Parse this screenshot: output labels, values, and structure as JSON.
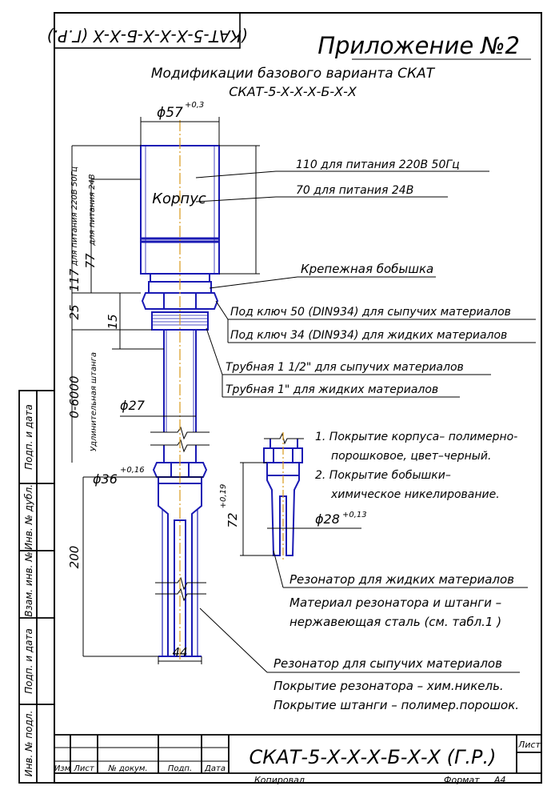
{
  "stamp": "(КАТ-5-Х-Х-Х-Б-Х-Х (Г.Р.)",
  "appendix_title": "Приложение №2",
  "subtitle": "Модификации базового варианта СКАТ",
  "model_code": "СКАТ-5-Х-Х-Х-Б-Х-Х",
  "body_label": "Корпус",
  "dimensions": {
    "d57": "ϕ57",
    "d57_tol": "+0,3",
    "h117": "117",
    "h117_note": "для питания 220В 50Гц",
    "h77": "77",
    "h77_note": "для питания 24В",
    "h25": "25",
    "h15": "15",
    "h6000": "0-6000",
    "h6000_note": "Удлинительная штанга",
    "d27": "ϕ27",
    "d36": "ϕ36",
    "d36_tol": "+0,16",
    "h200": "200",
    "w44": "44",
    "h72": "72",
    "h72_tol": "+0,19",
    "d28": "ϕ28",
    "d28_tol": "+0,13"
  },
  "callouts": {
    "power_220": "110 для питания 220В 50Гц",
    "power_24": "70 для питания 24В",
    "boss": "Крепежная бобышка",
    "key50": "Под ключ 50 (DIN934) для сыпучих материалов",
    "key34": "Под ключ 34 (DIN934) для жидких материалов",
    "pipe_15": "Трубная 1 1/2\" для сыпучих материалов",
    "pipe_1": "Трубная 1\" для жидких материалов",
    "coat1_a": "1. Покрытие корпуса– полимерно-",
    "coat1_b": "порошковое, цвет–черный.",
    "coat2_a": "2. Покрытие бобышки–",
    "coat2_b": "химическое никелирование.",
    "res_liquid": "Резонатор для жидких материалов",
    "mat_a": "Материал резонатора и штанги –",
    "mat_b": "нержавеющая сталь (см. табл.1 )",
    "res_bulk": "Резонатор для сыпучих материалов",
    "cov_a": "Покрытие резонатора – хим.никель.",
    "cov_b": "Покрытие штанги – полимер.порошок."
  },
  "side_labels": [
    "Подп. и дата",
    "Инв. № дубл.",
    "Взам. инв. №",
    "Подп. и дата",
    "Инв. № подл."
  ],
  "title_block": {
    "designation": "СКАТ-5-Х-Х-Х-Б-Х-Х (Г.Р.)",
    "sheet": "Лист",
    "columns": [
      "Изм",
      "Лист",
      "№ докум.",
      "Подп.",
      "Дата"
    ],
    "copied": "Копировал",
    "format_label": "Формат",
    "format_value": "А4"
  },
  "colors": {
    "frame": "#000000",
    "part": "#1a1ab4",
    "axis": "#d89a1a",
    "text": "#000000"
  }
}
